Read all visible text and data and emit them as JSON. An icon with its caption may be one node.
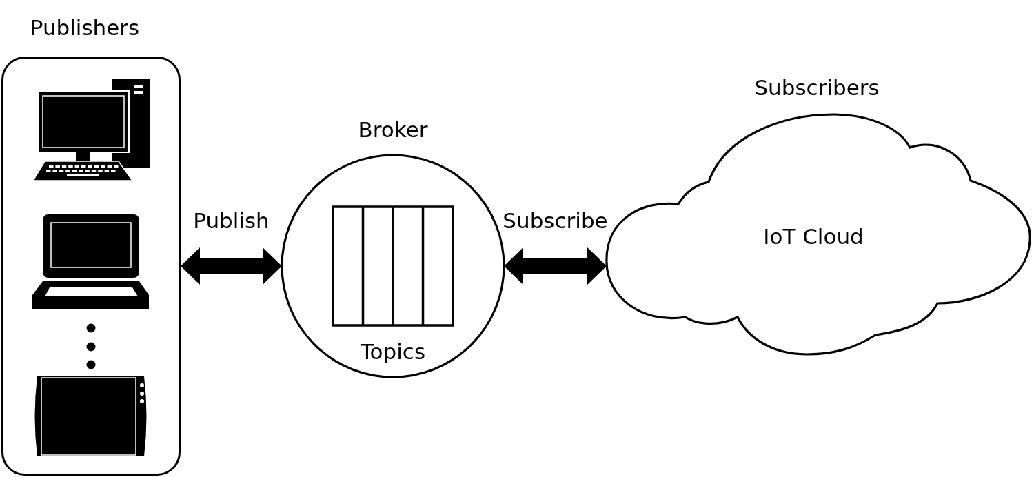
{
  "diagram": {
    "nodes": [
      {
        "text": [
          "Publishers"
        ]
      },
      {
        "text": [],
        "shape": "picture",
        "in": 0
      },
      {
        "text": [],
        "shape": "picture",
        "in": 0
      },
      {
        "text": [],
        "shape": "picture",
        "in": 0
      },
      {
        "text": [
          "Broker"
        ]
      },
      {
        "text": [
          "Topics"
        ],
        "in": 4
      },
      {
        "text": [
          "Subscribers",
          "IoT Cloud"
        ]
      }
    ],
    "edges": [
      {
        "from": 0,
        "to": 4,
        "arrow": "both",
        "label": "Publish"
      },
      {
        "from": 4,
        "to": 6,
        "arrow": "both",
        "label": "Subscribe"
      }
    ]
  }
}
